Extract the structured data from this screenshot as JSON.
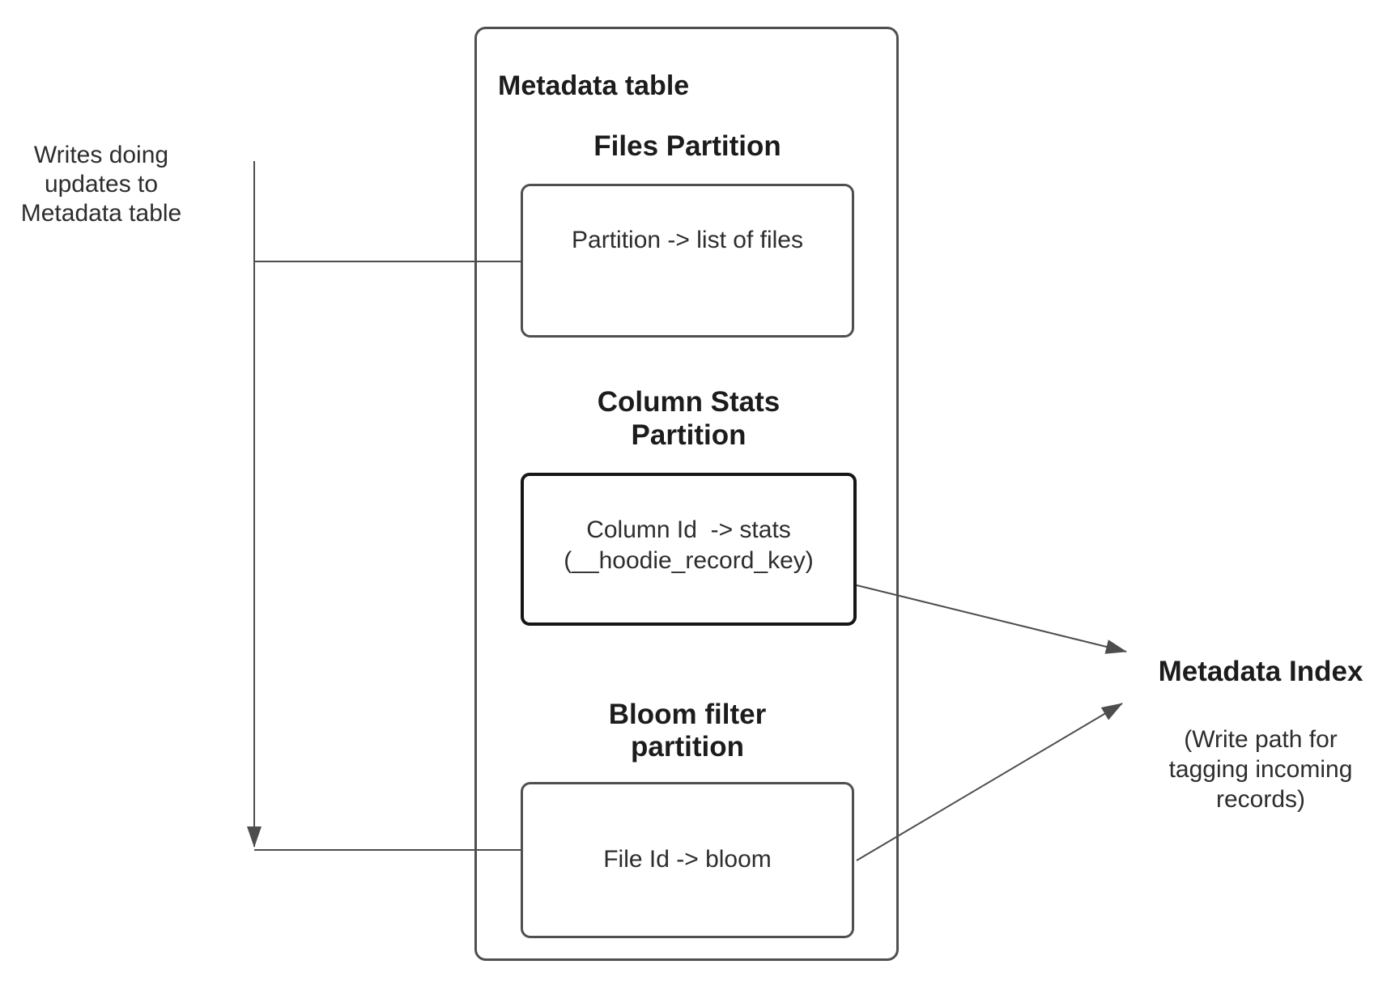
{
  "annotations": {
    "writes_note": "Writes doing\nupdates to\nMetadata table"
  },
  "metadata_table": {
    "title": "Metadata table",
    "partitions": [
      {
        "heading": "Files Partition",
        "mapping": "Partition -> list of files"
      },
      {
        "heading": "Column Stats\nPartition",
        "mapping": "Column Id  -> stats\n(__hoodie_record_key)"
      },
      {
        "heading": "Bloom filter\npartition",
        "mapping": "File Id -> bloom"
      }
    ]
  },
  "metadata_index": {
    "title": "Metadata Index",
    "subtitle": "(Write path for\ntagging incoming\nrecords)"
  },
  "colors": {
    "line": "#4d4d4d",
    "box_border": "#4f4f4f",
    "stats_box_border": "#161616",
    "text": "#2d2d2d",
    "heading": "#1c1c1c",
    "background": "#ffffff"
  }
}
